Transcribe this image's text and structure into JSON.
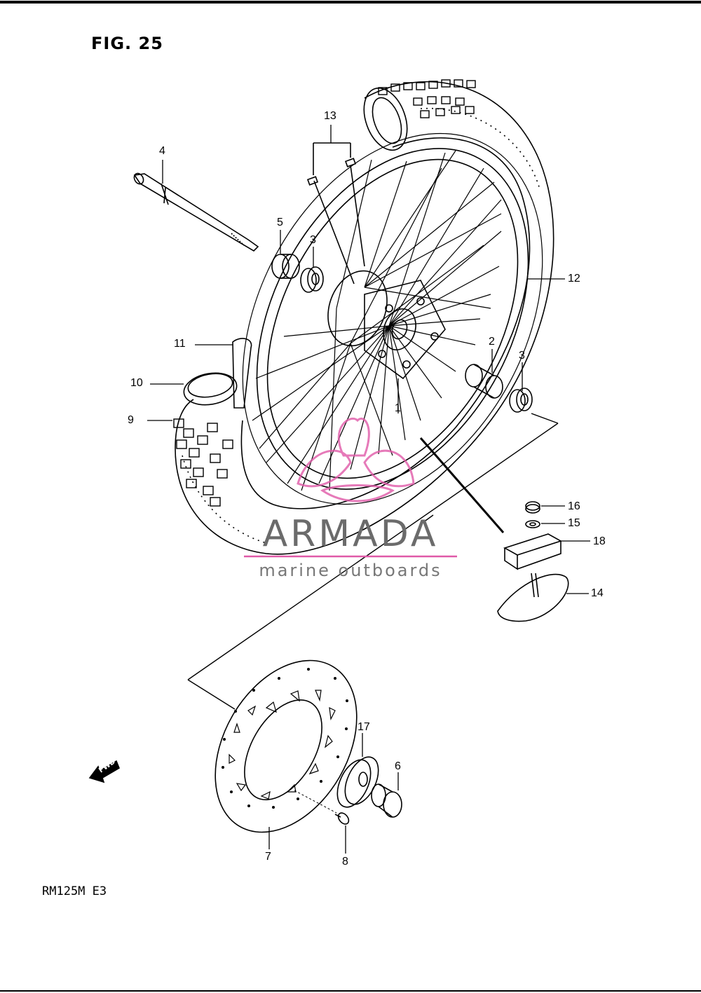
{
  "figure": {
    "title": "FIG. 25",
    "model": "RM125M  E3"
  },
  "watermark": {
    "brand": "ARMADA",
    "tagline": "marine outboards",
    "accent": "#e05aa8"
  },
  "callouts": {
    "c1": "1",
    "c2": "2",
    "c3a": "3",
    "c3b": "3",
    "c4": "4",
    "c5": "5",
    "c6": "6",
    "c7": "7",
    "c8": "8",
    "c9": "9",
    "c10": "10",
    "c11": "11",
    "c12": "12",
    "c13": "13",
    "c14": "14",
    "c15": "15",
    "c16": "16",
    "c17": "17",
    "c18": "18"
  },
  "arrow": {
    "label": "FWD",
    "icon": "forward-arrow-icon"
  }
}
